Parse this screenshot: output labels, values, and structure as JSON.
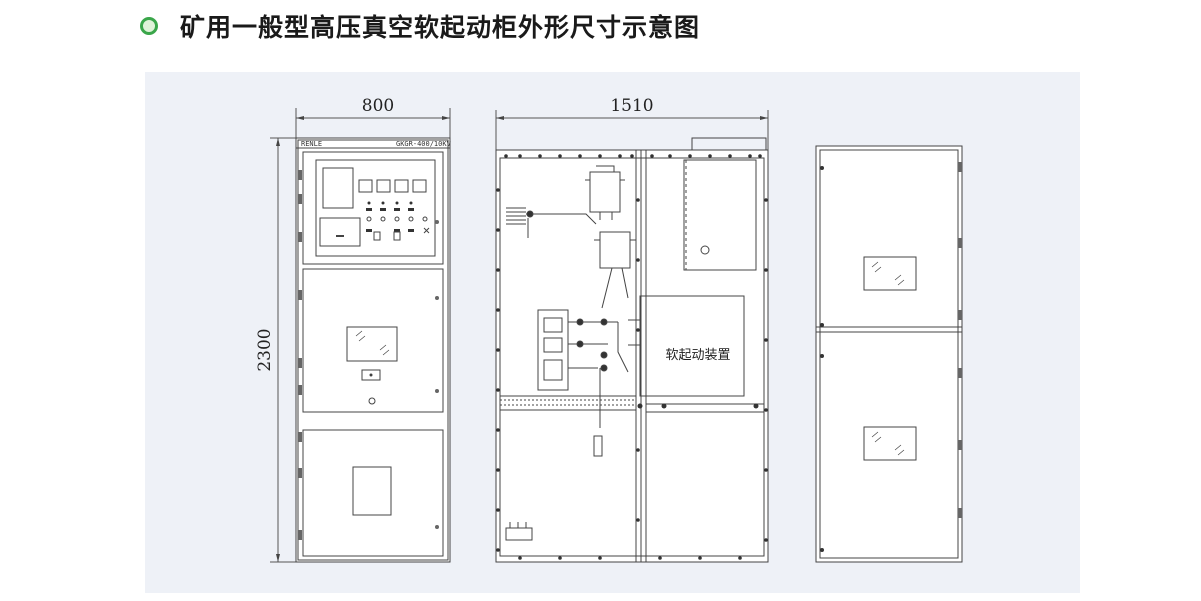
{
  "header": {
    "title": "矿用一般型高压真空软起动柜外形尺寸示意图",
    "bullet_color": "#3aa64a"
  },
  "drawing": {
    "front_width_label": "800",
    "side_width_label": "1510",
    "height_label": "2300",
    "nameplate_left": "RENLE",
    "nameplate_model": "GKGR-400/10KV",
    "device_label": "软起动装置"
  }
}
